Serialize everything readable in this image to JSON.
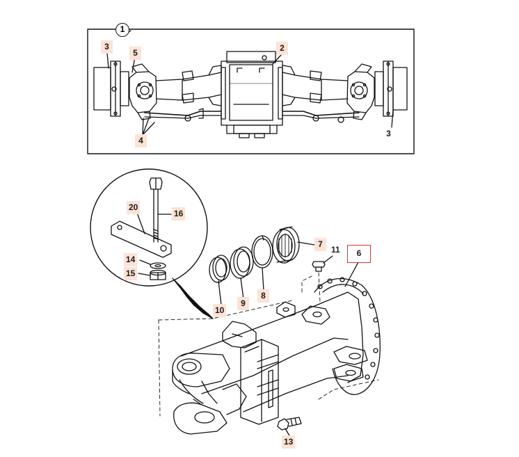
{
  "diagram": {
    "assembly_callout": "1",
    "labels": {
      "l2": "2",
      "l3a": "3",
      "l3b": "3",
      "l4": "4",
      "l5": "5",
      "l6": "6",
      "l7": "7",
      "l8": "8",
      "l9": "9",
      "l10": "10",
      "l11": "11",
      "l13": "13",
      "l14": "14",
      "l15": "15",
      "l16": "16",
      "l20": "20"
    },
    "selected_part": "6",
    "highlight_color": "#e0342f",
    "label_fill_color": "#fce3d6"
  }
}
